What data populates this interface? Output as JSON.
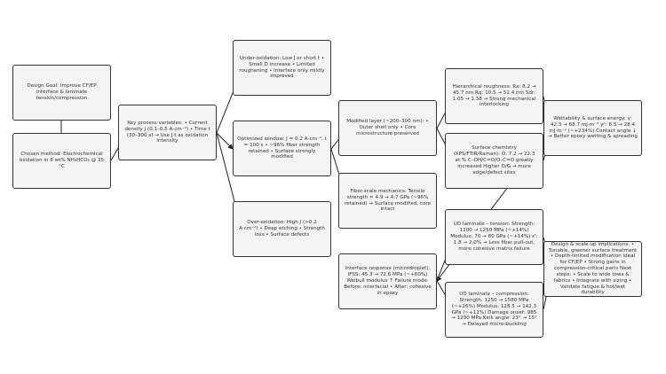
{
  "colors": {
    "node_fill": "#f4f4f4",
    "node_border": "#333333",
    "edge": "#222222",
    "text": "#333333"
  },
  "nodes": {
    "goal": "Design Goal: Improve CF/EP interface & laminate tension/compression",
    "method": "Chosen method: Electrochemical oxidation in 8 wt% NH₄HCO₃ @ 35 °C",
    "variables": "Key process variables: • Current density J (0.1–0.5 A·cm⁻²) • Time t (30–300 s) → Use J·t as oxidation intensity",
    "under": "Under-oxidation: Low J or short t • Small D increase • Limited roughening • Interface only mildly improved",
    "optimized": "Optimized window: J = 0.2 A·cm⁻², t = 100 s • ~96% fiber strength retained • Surface strongly modified",
    "over": "Over-oxidation: High J (>0.2 A·cm⁻²) • Deep etching • Strength loss • Surface defects",
    "modified": "Modified layer (~200–300 nm): • Outer shell only • Core microstructure preserved",
    "fiber": "Fiber-scale mechanics: Tensile strength ≈ 4.9 → 4.7 GPa (~96% retained) → Surface modified, core intact",
    "interface": "Interface response (microdroplet): IFSS: 45.3 → 72.6 MPa (~+60%) Weibull modulus ↑ Failure mode: Before: interfacial • After: cohesive in epoxy",
    "roughness": "Hierarchical roughness: Ra: 8.2 → 45.7 nm Rq: 10.5 → 52.4 nm Sdr: 1.05 → 1.38 → Strong mechanical interlocking",
    "chemistry": "Surface chemistry (XPS/FTIR/Raman): O: 7.2 → 22.3 at.% C–OH/C=O/O–C=O greatly increased Higher D/G → more edge/defect sites",
    "wettability": "Wettability & surface energy: γ: 42.3 → 68.7 mJ·m⁻² γᵖ: 8.5 → 28.4 mJ·m⁻² (~+234%) Contact angle ↓ → Better epoxy wetting & spreading",
    "tension": "UD laminate – tension: Strength: 1100 → 1250 MPa (~+14%) Modulus: 70 → 80 GPa (~+14%) εᶠ: 1.8 → 2.0% → Less fiber pull-out, more cohesive matrix failure",
    "compression": "UD laminate – compression: Strength: 1250 → 1580 MPa (~+26%) Modulus: 128.5 → 142.3 GPa (~+11%) Damage onset: 985 → 1290 MPa Kink angle: 23° → 15° → Delayed micro-buckling",
    "scaleup": "Design & scale-up implications: • Tunable, greener surface treatment • Depth-limited modification ideal for CF/EP • Strong gains in compression-critical parts Next steps: • Scale to wide tows & fabrics • Integrate with sizing • Validate fatigue & hot/wet durability"
  }
}
